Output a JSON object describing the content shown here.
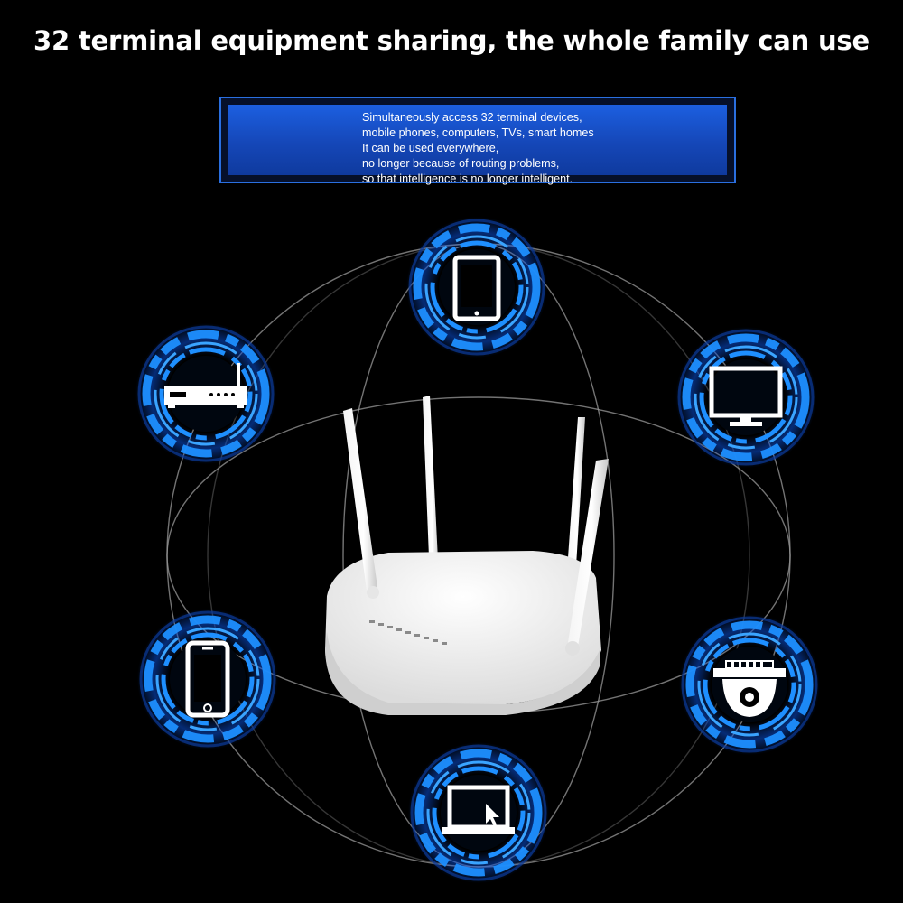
{
  "headline": "32 terminal equipment sharing, the whole family can use",
  "info_lines": [
    "Simultaneously access 32 terminal devices,",
    "mobile phones, computers, TVs, smart homes",
    "It can be used everywhere,",
    "no longer because of routing problems,",
    "so that intelligence is no longer intelligent."
  ],
  "devices": [
    {
      "name": "tablet",
      "icon": "tablet-icon"
    },
    {
      "name": "monitor",
      "icon": "monitor-icon"
    },
    {
      "name": "camera",
      "icon": "security-camera-icon"
    },
    {
      "name": "laptop",
      "icon": "laptop-icon"
    },
    {
      "name": "phone",
      "icon": "smartphone-icon"
    },
    {
      "name": "router",
      "icon": "set-top-box-icon"
    }
  ],
  "colors": {
    "background": "#000000",
    "ring_blue": "#1e8fff",
    "ring_glow": "#0a4fd6",
    "box_blue": "#1c5fe0",
    "icon_white": "#ffffff"
  }
}
